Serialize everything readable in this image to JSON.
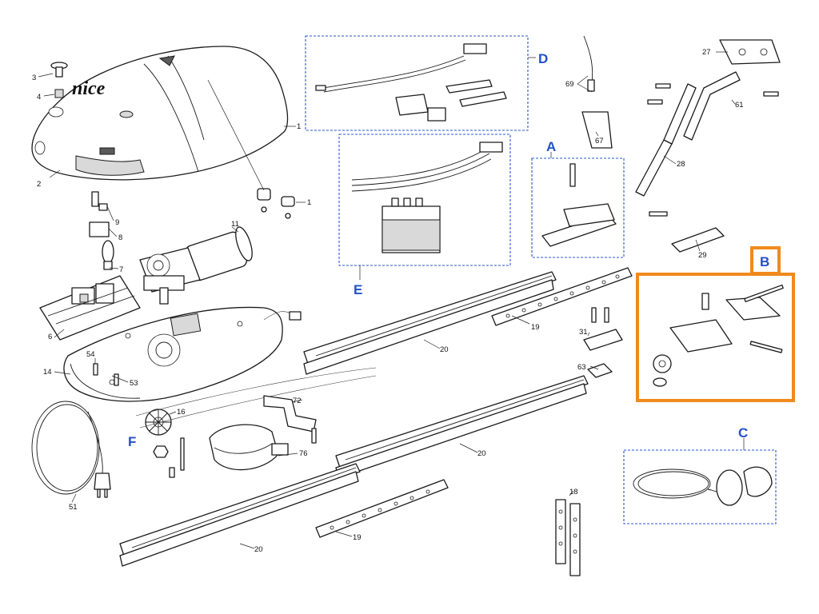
{
  "brand_text": "nice",
  "group_labels": {
    "A": "A",
    "B": "B",
    "C": "C",
    "D": "D",
    "E": "E",
    "F": "F"
  },
  "part_numbers": {
    "p1a": "1",
    "p1b": "1",
    "p2": "2",
    "p3": "3",
    "p4": "4",
    "p6": "6",
    "p7": "7",
    "p8": "8",
    "p9": "9",
    "p11": "11",
    "p14": "14",
    "p16": "16",
    "p18": "18",
    "p19a": "19",
    "p19b": "19",
    "p20a": "20",
    "p20b": "20",
    "p20c": "20",
    "p27": "27",
    "p28": "28",
    "p29": "29",
    "p31": "31",
    "p51": "51",
    "p53": "53",
    "p54": "54",
    "p61": "61",
    "p63": "63",
    "p67": "67",
    "p69": "69",
    "p72": "72",
    "p76": "76"
  },
  "colors": {
    "group_box_blue": "#2b57d0",
    "highlight_orange": "#f08a1c",
    "line_art": "#1a1a1a"
  }
}
